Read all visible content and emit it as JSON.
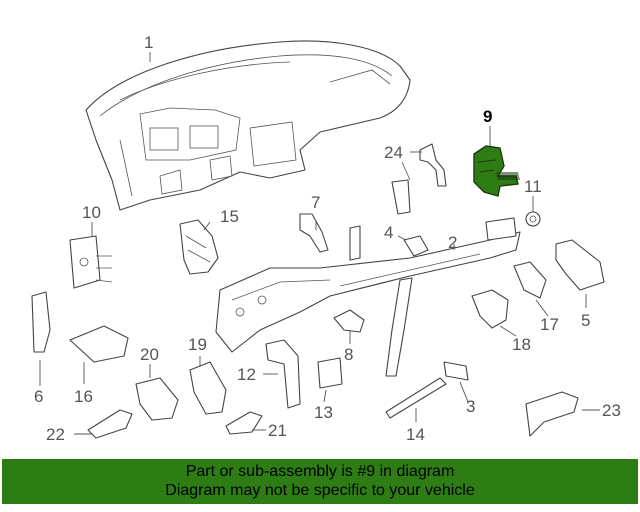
{
  "banner": {
    "line1": "Part or sub-assembly is #9 in diagram",
    "line2": "Diagram may not be specific to your vehicle",
    "background": "#2e7d14"
  },
  "highlight_color": "#2e7d14",
  "callouts": {
    "c1": "1",
    "c2": "2",
    "c3": "3",
    "c4": "4",
    "c5": "5",
    "c6": "6",
    "c7": "7",
    "c8": "8",
    "c9": "9",
    "c10": "10",
    "c11": "11",
    "c12": "12",
    "c13": "13",
    "c14": "14",
    "c15": "15",
    "c16": "16",
    "c17": "17",
    "c18": "18",
    "c19": "19",
    "c20": "20",
    "c21": "21",
    "c22": "22",
    "c23": "23",
    "c24": "24"
  }
}
